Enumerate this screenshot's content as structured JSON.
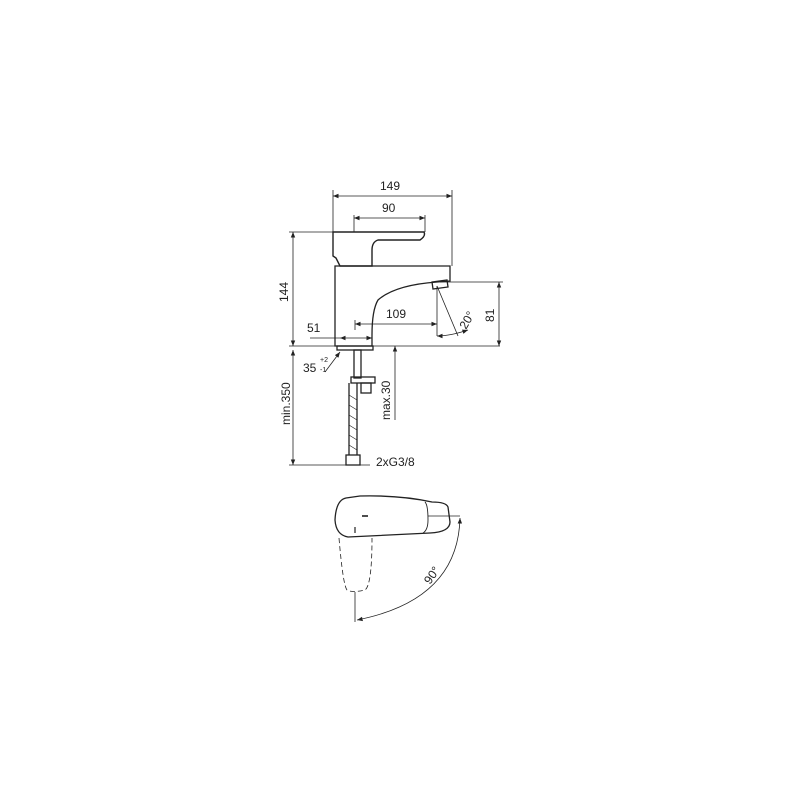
{
  "drawing": {
    "subject": "basin mixer tap technical drawing",
    "side_view": {
      "dimensions": {
        "overall_width": "149",
        "handle_width": "90",
        "overall_height": "144",
        "spout_reach": "109",
        "base_offset": "51",
        "spout_height": "81",
        "spray_angle": "20°",
        "hole_diameter": "35",
        "hole_tolerance_plus": "+2",
        "hole_tolerance_minus": "-1",
        "max_deck_thickness": "max.30",
        "min_hose_length": "min.350",
        "connection": "2xG3/8"
      }
    },
    "top_view": {
      "dimensions": {
        "handle_rotation": "90°"
      }
    },
    "colors": {
      "line": "#222222",
      "background": "#ffffff"
    }
  }
}
